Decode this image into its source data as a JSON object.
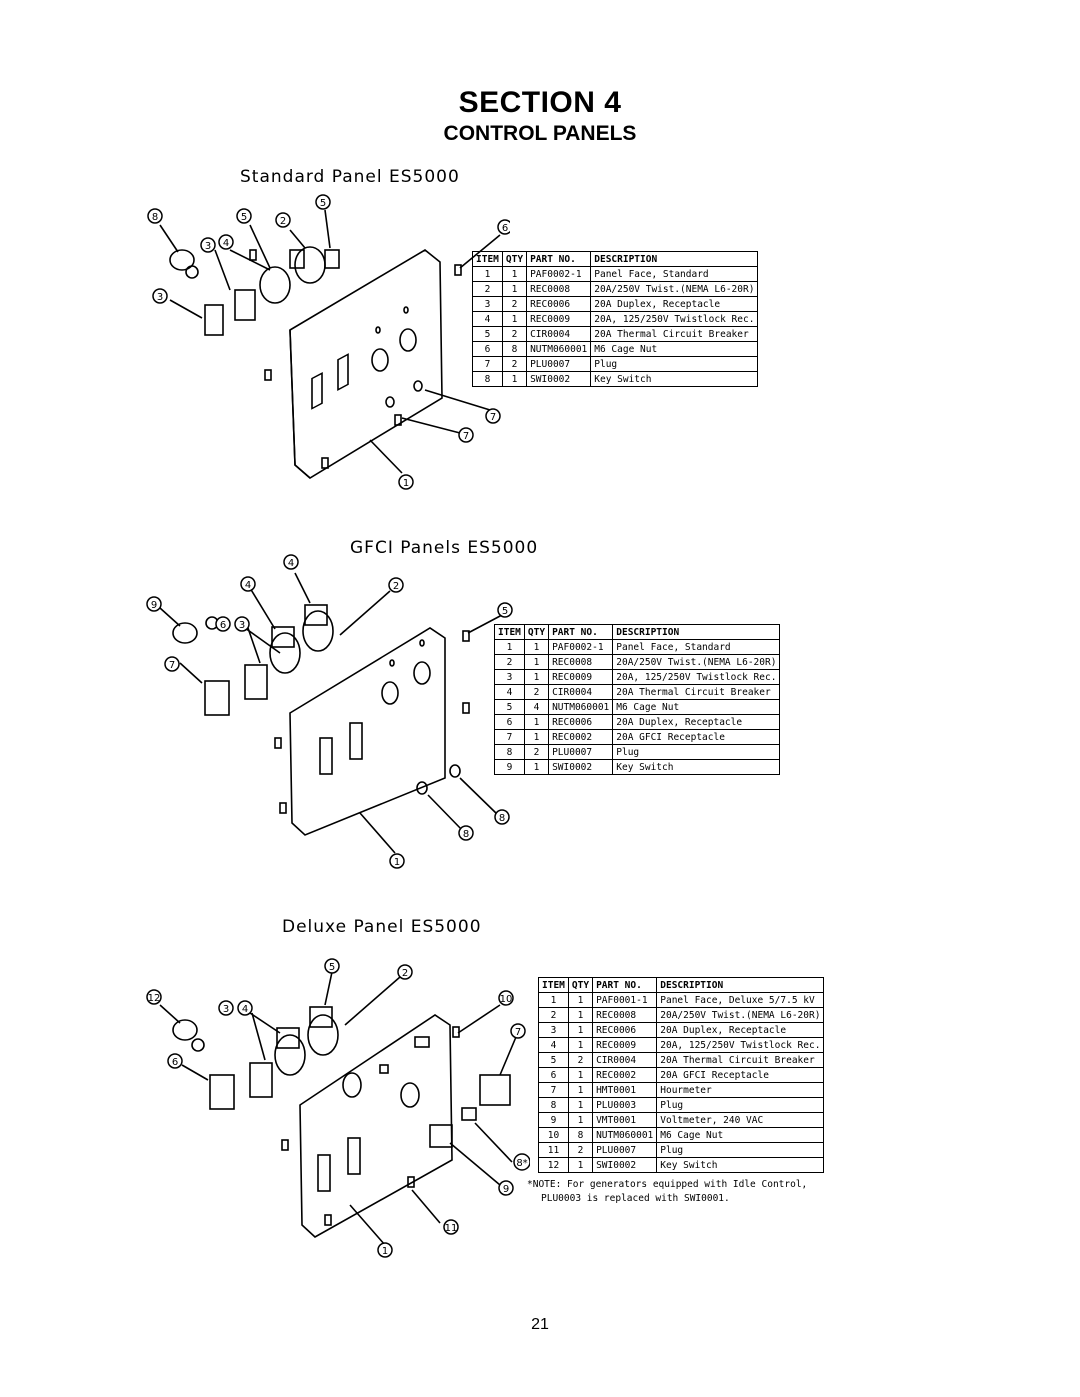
{
  "header": {
    "section": "SECTION 4",
    "subtitle": "CONTROL PANELS"
  },
  "panels": [
    {
      "title": "Standard Panel ES5000",
      "columns": [
        "ITEM",
        "QTY",
        "PART NO.",
        "DESCRIPTION"
      ],
      "rows": [
        [
          "1",
          "1",
          "PAF0002-1",
          "Panel Face, Standard"
        ],
        [
          "2",
          "1",
          "REC0008",
          "20A/250V Twist.(NEMA L6-20R)"
        ],
        [
          "3",
          "2",
          "REC0006",
          "20A Duplex, Receptacle"
        ],
        [
          "4",
          "1",
          "REC0009",
          "20A, 125/250V Twistlock Rec."
        ],
        [
          "5",
          "2",
          "CIR0004",
          "20A Thermal Circuit Breaker"
        ],
        [
          "6",
          "8",
          "NUTM060001",
          "M6 Cage Nut"
        ],
        [
          "7",
          "2",
          "PLU0007",
          "Plug"
        ],
        [
          "8",
          "1",
          "SWI0002",
          "Key Switch"
        ]
      ]
    },
    {
      "title": "GFCI Panels ES5000",
      "columns": [
        "ITEM",
        "QTY",
        "PART NO.",
        "DESCRIPTION"
      ],
      "rows": [
        [
          "1",
          "1",
          "PAF0002-1",
          "Panel Face, Standard"
        ],
        [
          "2",
          "1",
          "REC0008",
          "20A/250V Twist.(NEMA L6-20R)"
        ],
        [
          "3",
          "1",
          "REC0009",
          "20A, 125/250V Twistlock Rec."
        ],
        [
          "4",
          "2",
          "CIR0004",
          "20A Thermal Circuit Breaker"
        ],
        [
          "5",
          "4",
          "NUTM060001",
          "M6 Cage Nut"
        ],
        [
          "6",
          "1",
          "REC0006",
          "20A Duplex, Receptacle"
        ],
        [
          "7",
          "1",
          "REC0002",
          "20A GFCI Receptacle"
        ],
        [
          "8",
          "2",
          "PLU0007",
          "Plug"
        ],
        [
          "9",
          "1",
          "SWI0002",
          "Key Switch"
        ]
      ]
    },
    {
      "title": "Deluxe Panel ES5000",
      "columns": [
        "ITEM",
        "QTY",
        "PART NO.",
        "DESCRIPTION"
      ],
      "rows": [
        [
          "1",
          "1",
          "PAF0001-1",
          "Panel Face, Deluxe 5/7.5 kV"
        ],
        [
          "2",
          "1",
          "REC0008",
          "20A/250V Twist.(NEMA L6-20R)"
        ],
        [
          "3",
          "1",
          "REC0006",
          "20A Duplex, Receptacle"
        ],
        [
          "4",
          "1",
          "REC0009",
          "20A, 125/250V Twistlock Rec."
        ],
        [
          "5",
          "2",
          "CIR0004",
          "20A Thermal Circuit Breaker"
        ],
        [
          "6",
          "1",
          "REC0002",
          "20A GFCI Receptacle"
        ],
        [
          "7",
          "1",
          "HMT0001",
          "Hourmeter"
        ],
        [
          "8",
          "1",
          "PLU0003",
          "Plug"
        ],
        [
          "9",
          "1",
          "VMT0001",
          "Voltmeter, 240 VAC"
        ],
        [
          "10",
          "8",
          "NUTM060001",
          "M6 Cage Nut"
        ],
        [
          "11",
          "2",
          "PLU0007",
          "Plug"
        ],
        [
          "12",
          "1",
          "SWI0002",
          "Key Switch"
        ]
      ],
      "note_line1": "*NOTE: For generators equipped with Idle Control,",
      "note_line2": "PLU0003 is replaced with SWI0001."
    }
  ],
  "callouts": {
    "standard": [
      "8",
      "5",
      "2",
      "5",
      "3",
      "4",
      "3",
      "6",
      "7",
      "7",
      "1"
    ],
    "gfci": [
      "4",
      "4",
      "2",
      "9",
      "6",
      "3",
      "7",
      "5",
      "8",
      "8",
      "1"
    ],
    "deluxe": [
      "5",
      "2",
      "12",
      "3",
      "4",
      "10",
      "7",
      "6",
      "8*",
      "9",
      "11",
      "1"
    ]
  },
  "page_number": "21"
}
